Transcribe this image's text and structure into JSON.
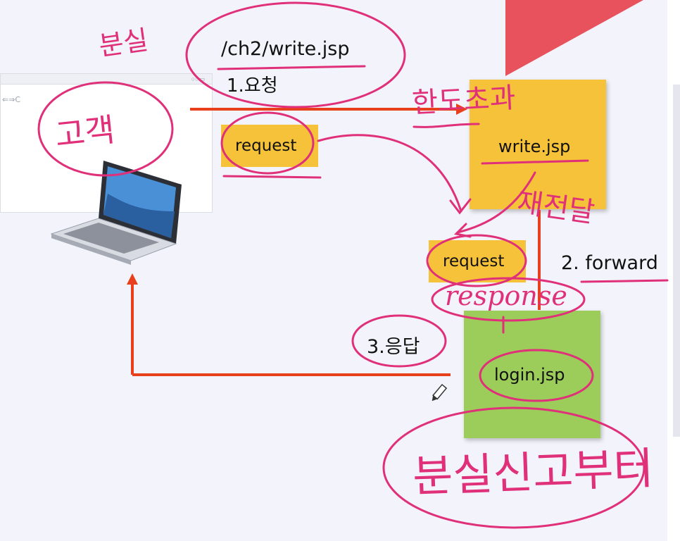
{
  "client_label": "고객",
  "url_text": "/ch2/write.jsp",
  "step1_label": "1.요청",
  "step2_label": "2. forward",
  "step3_label": "3.응답",
  "request_box_left_label": "request",
  "request_box_mid_label": "request",
  "write_jsp_label": "write.jsp",
  "login_jsp_label": "login.jsp",
  "annotation_top_left": "분실",
  "annotation_write_top": "한도초과",
  "annotation_forward": "재전달",
  "annotation_response": "response",
  "annotation_bottom": "분실신고부터",
  "colors": {
    "arrow": "#e8401c",
    "pen": "#e0307a",
    "yellow_box": "#f5c23a",
    "green_box": "#9ccc5a",
    "red_triangle": "#e8525c"
  }
}
